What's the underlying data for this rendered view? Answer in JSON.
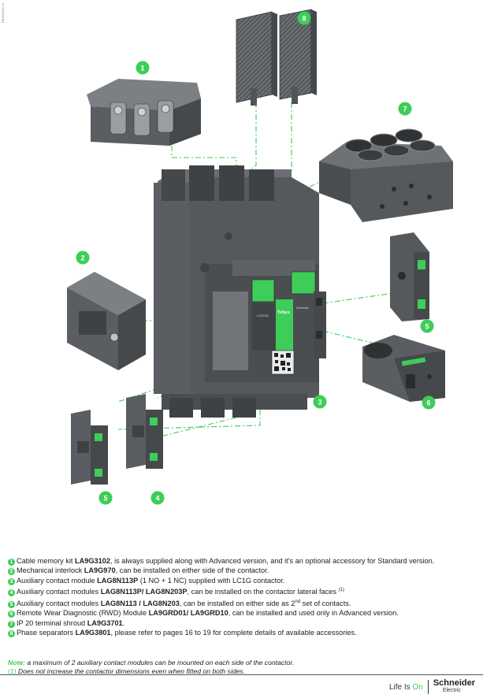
{
  "doc_code": "DB438441.ai",
  "callouts": [
    "1",
    "2",
    "3",
    "4",
    "5",
    "6",
    "7",
    "8"
  ],
  "product_labels": {
    "tesys": "TeSys",
    "model": "LC1G115",
    "brand_small": "Schneider"
  },
  "legend": [
    {
      "num": "1",
      "pre": "Cable memory kit ",
      "bold": "LA9G3102",
      "post": ", is always supplied along with Advanced version, and it's an optional accessory for Standard version."
    },
    {
      "num": "2",
      "pre": "Mechanical interlock ",
      "bold": "LA9G970",
      "post": ", can be installed on either side of the contactor."
    },
    {
      "num": "3",
      "pre": "Auxiliary contact module ",
      "bold": "LAG8N113P",
      "post": " (1 NO + 1 NC) supplied with LC1G contactor."
    },
    {
      "num": "4",
      "pre": "Auxiliary contact modules ",
      "bold": "LAG8N113P/ LAG8N203P",
      "post": ", can be installed on the contactor lateral faces",
      "sup": "(1)"
    },
    {
      "num": "5",
      "pre": "Auxiliary contact modules ",
      "bold": "LAG8N113 / LAG8N203",
      "post": ", can be installed on either side as 2",
      "sup2": "nd",
      "post2": " set of contacts."
    },
    {
      "num": "6",
      "pre": "Remote Wear Diagnostic (RWD) Module ",
      "bold": "LA9GRD01/ LA9GRD10",
      "post": ", can be installed and used only in Advanced version."
    },
    {
      "num": "7",
      "pre": "IP 20 terminal shroud ",
      "bold": "LA9G3701",
      "post": "."
    },
    {
      "num": "8",
      "pre": "Phase separators ",
      "bold": "LA9G3801",
      "post": ", please refer to pages 16 to 19 for complete details of available accessories."
    }
  ],
  "note": {
    "label": "Note:",
    "text": " a maximum of 2 auxiliary contact modules can be mounted on each side of the contactor.",
    "fn_label": "(1)",
    "fn_text": " Does not increase the contactor dimensions even when fitted on both sides."
  },
  "footer": {
    "tagline_a": "Life Is ",
    "tagline_b": "On",
    "brand": "Schneider",
    "brand_sub": "Electric"
  },
  "colors": {
    "accent": "#3dcd58",
    "device": "#5a5e62",
    "device_dark": "#3e4245",
    "device_light": "#7c8084"
  }
}
